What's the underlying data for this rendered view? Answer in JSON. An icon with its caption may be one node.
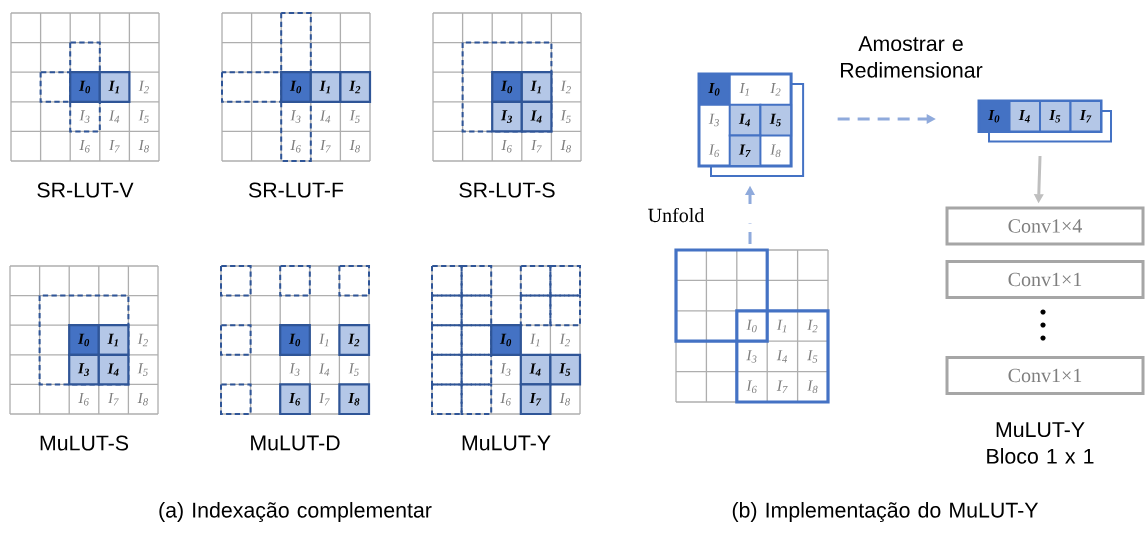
{
  "diagram": {
    "nodes": [
      {
        "text": [
          "I$_{0}$",
          "I$_{1}$",
          "I$_{2}$",
          "I$_{3}$",
          "I$_{4}$",
          "I$_{5}$",
          "I$_{6}$",
          "I$_{7}$",
          "I$_{8}$"
        ],
        "beside": [
          "SR-LUT-V"
        ]
      },
      {
        "text": [
          "I$_{0}$",
          "I$_{1}$",
          "I$_{2}$",
          "I$_{3}$",
          "I$_{4}$",
          "I$_{5}$",
          "I$_{6}$",
          "I$_{7}$",
          "I$_{8}$"
        ],
        "beside": [
          "SR-LUT-F"
        ]
      },
      {
        "text": [
          "I$_{0}$",
          "I$_{1}$",
          "I$_{2}$",
          "I$_{3}$",
          "I$_{4}$",
          "I$_{5}$",
          "I$_{6}$",
          "I$_{7}$",
          "I$_{8}$"
        ],
        "beside": [
          "SR-LUT-S"
        ]
      },
      {
        "text": [
          "I$_{0}$",
          "I$_{1}$",
          "I$_{2}$",
          "I$_{3}$",
          "I$_{4}$",
          "I$_{5}$",
          "I$_{6}$",
          "I$_{7}$",
          "I$_{8}$"
        ],
        "beside": [
          "MuLUT-S"
        ]
      },
      {
        "text": [
          "I$_{0}$",
          "I$_{1}$",
          "I$_{2}$",
          "I$_{3}$",
          "I$_{4}$",
          "I$_{5}$",
          "I$_{6}$",
          "I$_{7}$",
          "I$_{8}$"
        ],
        "beside": [
          "MuLUT-D"
        ]
      },
      {
        "text": [
          "I$_{0}$",
          "I$_{1}$",
          "I$_{2}$",
          "I$_{3}$",
          "I$_{4}$",
          "I$_{5}$",
          "I$_{6}$",
          "I$_{7}$",
          "I$_{8}$"
        ],
        "beside": [
          "MuLUT-Y"
        ]
      },
      {
        "text": [
          "I$_{0}$",
          "I$_{1}$",
          "I$_{2}$",
          "I$_{3}$",
          "I$_{4}$",
          "I$_{5}$",
          "I$_{6}$",
          "I$_{7}$",
          "I$_{8}$"
        ]
      },
      {
        "text": [
          "I$_{0}$",
          "I$_{4}$",
          "I$_{5}$",
          "I$_{7}$"
        ]
      },
      {
        "text": [
          "I$_{0}$",
          "I$_{1}$",
          "I$_{2}$",
          "I$_{3}$",
          "I$_{4}$",
          "I$_{5}$",
          "I$_{6}$",
          "I$_{7}$",
          "I$_{8}$"
        ]
      },
      {
        "text": [
          "Conv1×4"
        ]
      },
      {
        "text": [
          "Conv1×1"
        ]
      },
      {
        "text": [
          "Conv1×1"
        ]
      }
    ],
    "edges": [
      {
        "from": 8,
        "to": 6,
        "arrow": "to",
        "label": "Unfold",
        "style": "dashed"
      },
      {
        "from": 6,
        "to": 7,
        "arrow": "to",
        "label": "Amostrar e Redimensionar",
        "style": "dashed"
      },
      {
        "from": 7,
        "to": 9,
        "arrow": "to",
        "color": "#bfbfbf"
      }
    ],
    "labels": [
      "MuLUT-Y Bloco 1 x 1",
      "(a) Indexação complementar",
      "(b) Implementação do MuLUT-Y"
    ]
  }
}
